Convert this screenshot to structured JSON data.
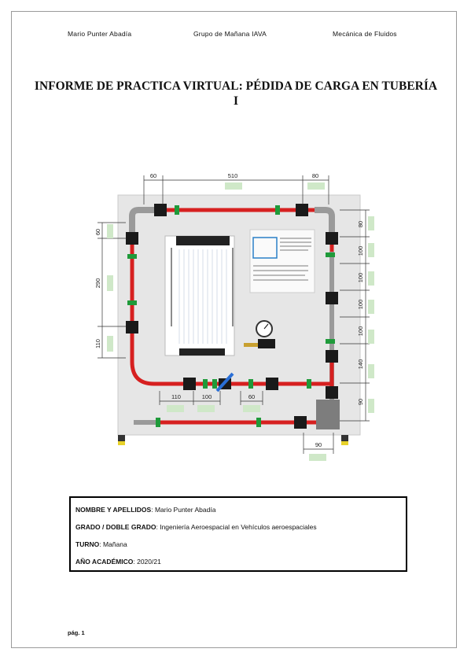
{
  "header": {
    "author": "Mario Punter Abadía",
    "group": "Grupo de Mañana IAVA",
    "subject": "Mecánica de Fluidos"
  },
  "title": "INFORME DE PRACTICA VIRTUAL: PÉDIDA DE CARGA EN TUBERÍA I",
  "figure": {
    "dimensions": {
      "top_left": "60",
      "top_mid": "510",
      "top_right": "80",
      "left_1": "60",
      "left_2": "290",
      "left_3": "110",
      "right_1": "80",
      "right_2": "100",
      "right_3": "100",
      "right_4": "100",
      "right_5": "100",
      "right_6": "140",
      "right_7": "90",
      "bottom_1": "110",
      "bottom_2": "100",
      "bottom_3": "60",
      "bottom_4": "90"
    },
    "colors": {
      "pipe": "#d62020",
      "board": "#e6e6e6",
      "fitting": "#1a1a1a",
      "clamp": "#1f9a3a",
      "label_box": "#cfe8c8"
    }
  },
  "info": {
    "name_label": "NOMBRE Y APELLIDOS",
    "name_value": "Mario Punter Abadía",
    "degree_label": "GRADO / DOBLE GRADO",
    "degree_value": "Ingeniería Aeroespacial en Vehículos aeroespaciales",
    "shift_label": "TURNO",
    "shift_value": "Mañana",
    "year_label": "AÑO ACADÉMICO",
    "year_value": "2020/21"
  },
  "footer": {
    "page": "pág. 1"
  }
}
